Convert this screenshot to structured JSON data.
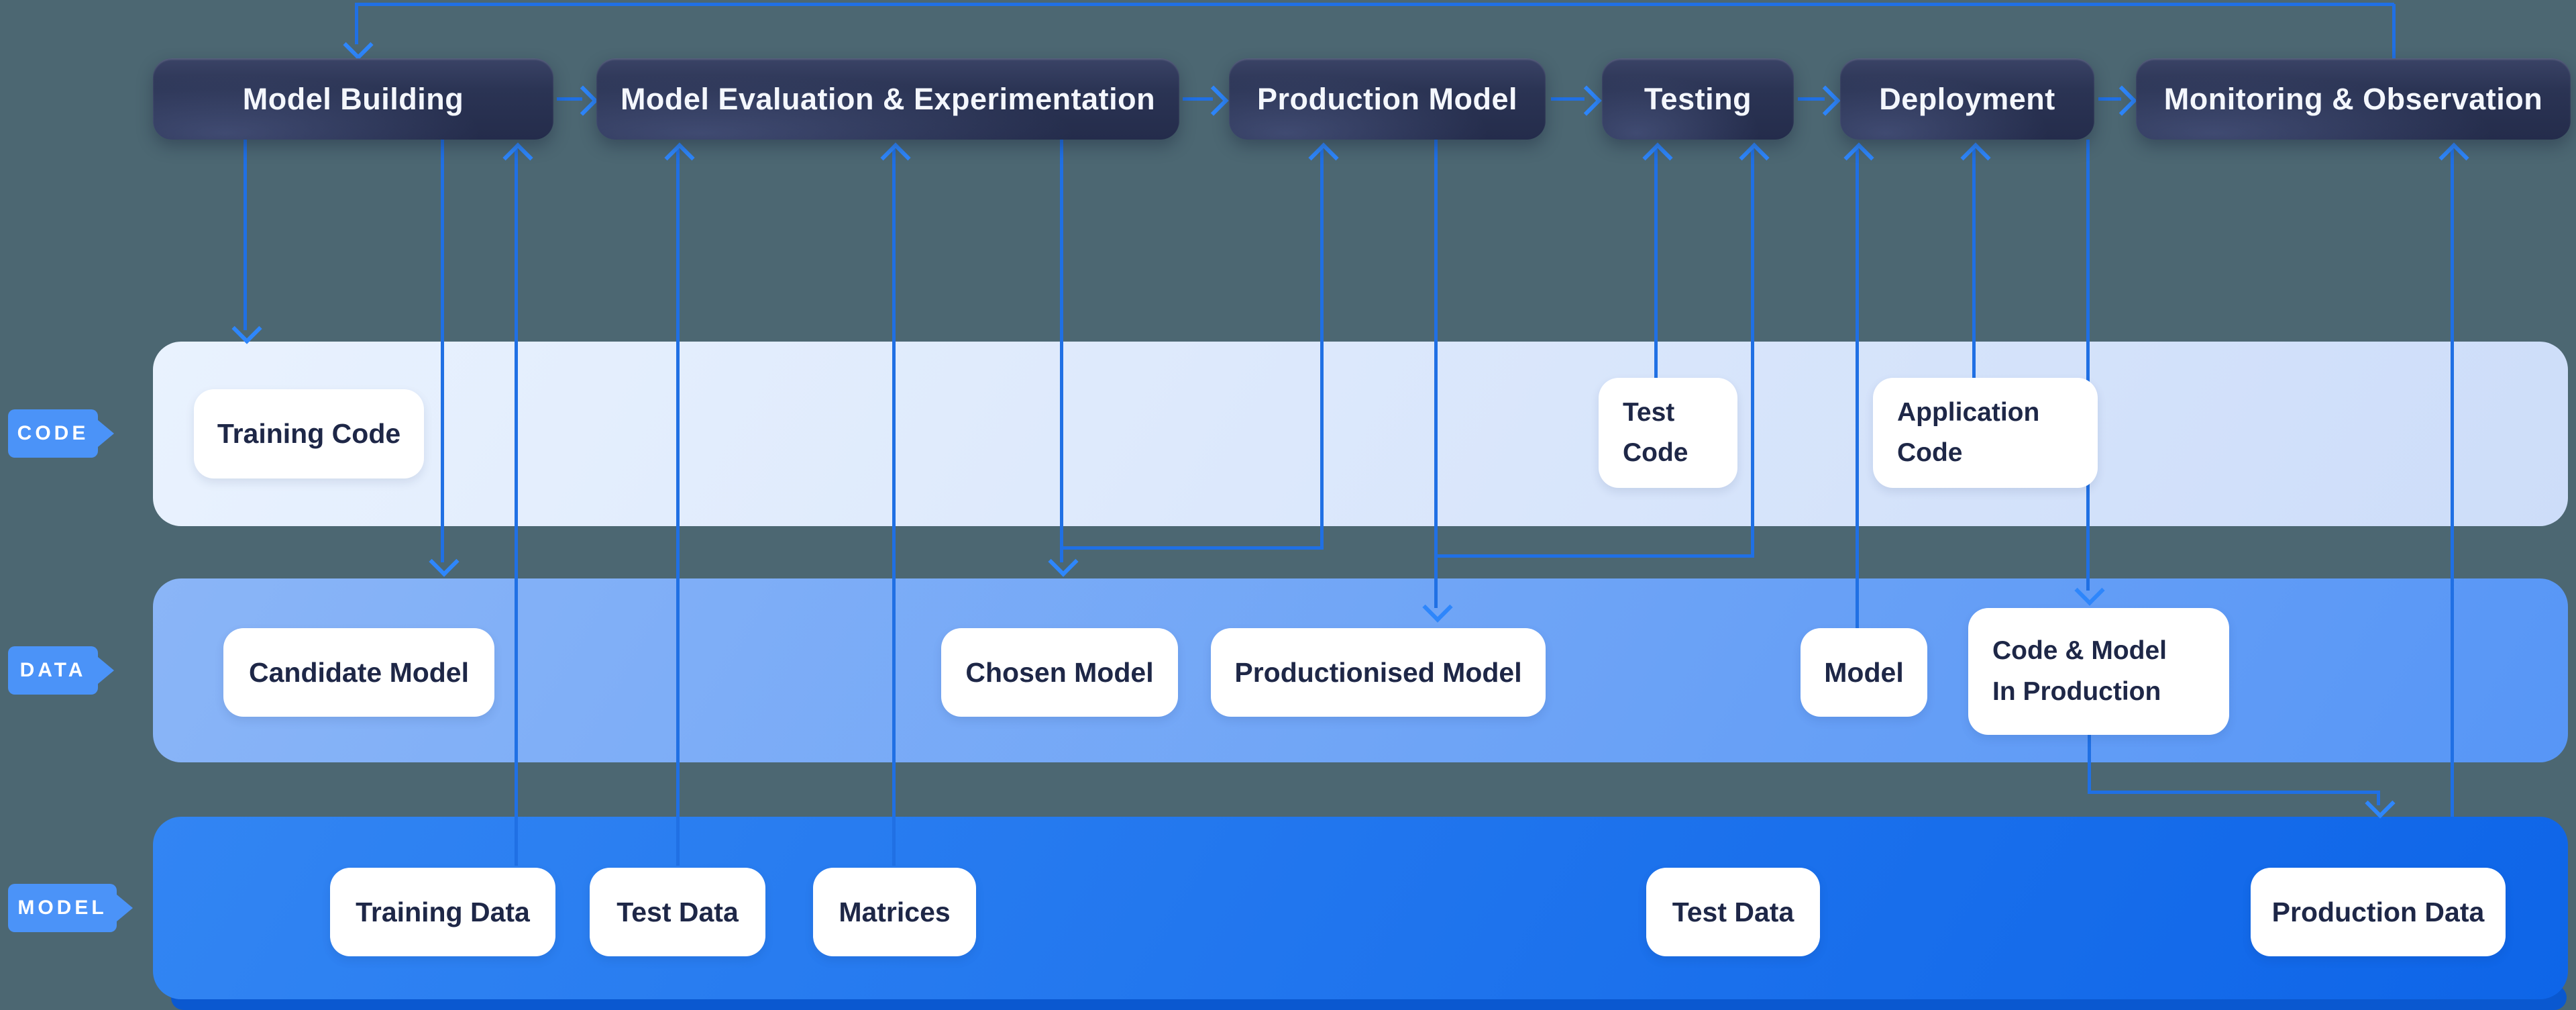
{
  "stages": [
    {
      "label": "Model Building"
    },
    {
      "label": "Model Evaluation & Experimentation"
    },
    {
      "label": "Production Model"
    },
    {
      "label": "Testing"
    },
    {
      "label": "Deployment"
    },
    {
      "label": "Monitoring & Observation"
    }
  ],
  "lane_tags": [
    {
      "label": "CODE"
    },
    {
      "label": "DATA"
    },
    {
      "label": "MODEL"
    }
  ],
  "chips": {
    "training_code": "Training Code",
    "test_code_line1": "Test",
    "test_code_line2": "Code",
    "application_code_line1": "Application",
    "application_code_line2": "Code",
    "candidate_model": "Candidate Model",
    "chosen_model": "Chosen Model",
    "productionised_model": "Productionised Model",
    "model": "Model",
    "code_and_model_line1": "Code & Model",
    "code_and_model_line2": "In Production",
    "training_data": "Training Data",
    "test_data_first": "Test Data",
    "matrices": "Matrices",
    "test_data_second": "Test Data",
    "production_data": "Production Data"
  },
  "colors": {
    "background": "#4c6772",
    "stage-bg-top": "#3a4366",
    "stage-bg-mid": "#2b3454",
    "stage-bg-bottom": "#242c4b",
    "stage-text": "#f4f7fd",
    "lane-code-from": "#e9f2fe",
    "lane-code-to": "#cdddf9",
    "lane-data-from": "#8ab5f7",
    "lane-data-to": "#5796f6",
    "lane-model-from": "#3285f3",
    "lane-model-to": "#0e65e8",
    "strip": "#0a58d0",
    "chip-bg": "#ffffff",
    "chip-text": "#1e2747",
    "tag-bg": "#4b93f8",
    "tag-text": "#ffffff",
    "line": "#2070e4",
    "head": "#2e86fb"
  }
}
